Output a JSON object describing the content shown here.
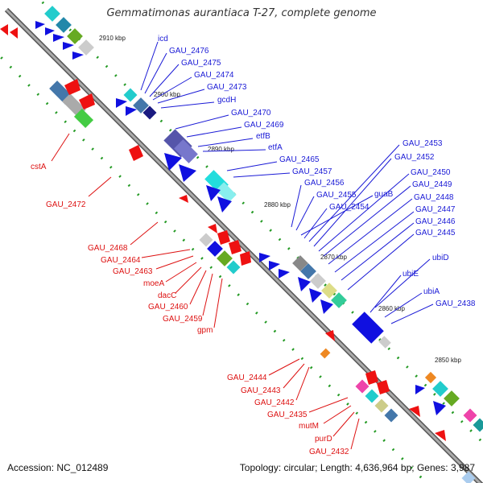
{
  "title": "Gemmatimonas aurantiaca T-27, complete genome",
  "accession": "Accession: NC_012489",
  "topology": "Topology: circular; Length: 4,636,964 bp; Genes: 3,987",
  "colors": {
    "forward_label": "#1a1ad6",
    "reverse_label": "#dd1111",
    "backbone": "#888888",
    "forward_gene": "#1010e0",
    "reverse_gene": "#ee1111"
  },
  "ticks": [
    "2910 kbp",
    "2900 kbp",
    "2890 kbp",
    "2880 kbp",
    "2870 kbp",
    "2860 kbp",
    "2850 kbp"
  ],
  "forward_labels": [
    "icd",
    "GAU_2476",
    "GAU_2475",
    "GAU_2474",
    "GAU_2473",
    "gcdH",
    "GAU_2470",
    "GAU_2469",
    "etfB",
    "etfA",
    "GAU_2465",
    "GAU_2457",
    "GAU_2456",
    "GAU_2455",
    "guaB",
    "GAU_2454",
    "GAU_2453",
    "GAU_2452",
    "GAU_2450",
    "GAU_2449",
    "GAU_2448",
    "GAU_2447",
    "GAU_2446",
    "GAU_2445",
    "ubiD",
    "ubiE",
    "ubiA",
    "GAU_2438"
  ],
  "reverse_labels": [
    "cstA",
    "GAU_2472",
    "GAU_2468",
    "GAU_2464",
    "GAU_2463",
    "moeA",
    "dacC",
    "GAU_2460",
    "GAU_2459",
    "gpm",
    "GAU_2444",
    "GAU_2443",
    "GAU_2442",
    "GAU_2435",
    "mutM",
    "purD",
    "GAU_2432"
  ]
}
